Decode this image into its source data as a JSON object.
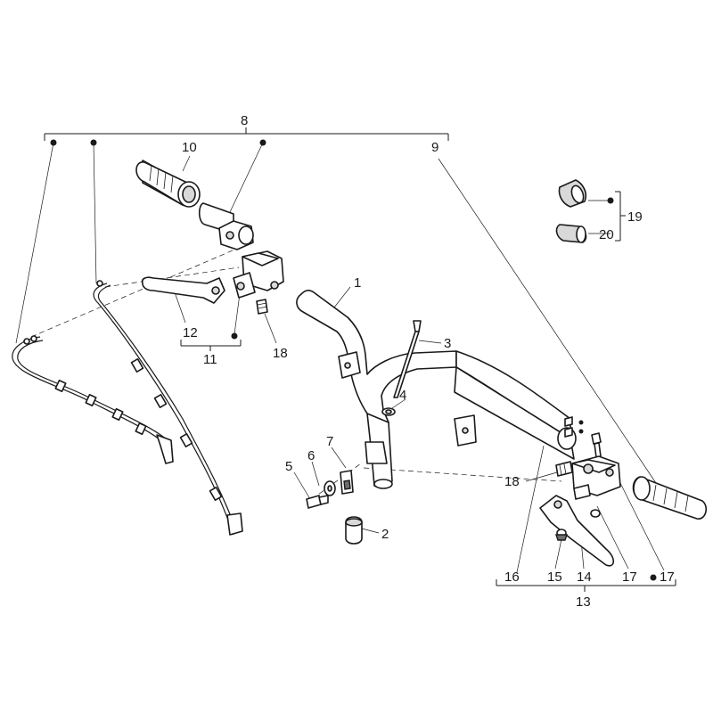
{
  "callouts": {
    "c1": "1",
    "c2": "2",
    "c3": "3",
    "c4": "4",
    "c5": "5",
    "c6": "6",
    "c7": "7",
    "c8": "8",
    "c9": "9",
    "c10": "10",
    "c11": "11",
    "c12": "12",
    "c13": "13",
    "c14": "14",
    "c15": "15",
    "c16": "16",
    "c17a": "17",
    "c17b": "17",
    "c18a": "18",
    "c18b": "18",
    "c19": "19",
    "c20": "20"
  }
}
